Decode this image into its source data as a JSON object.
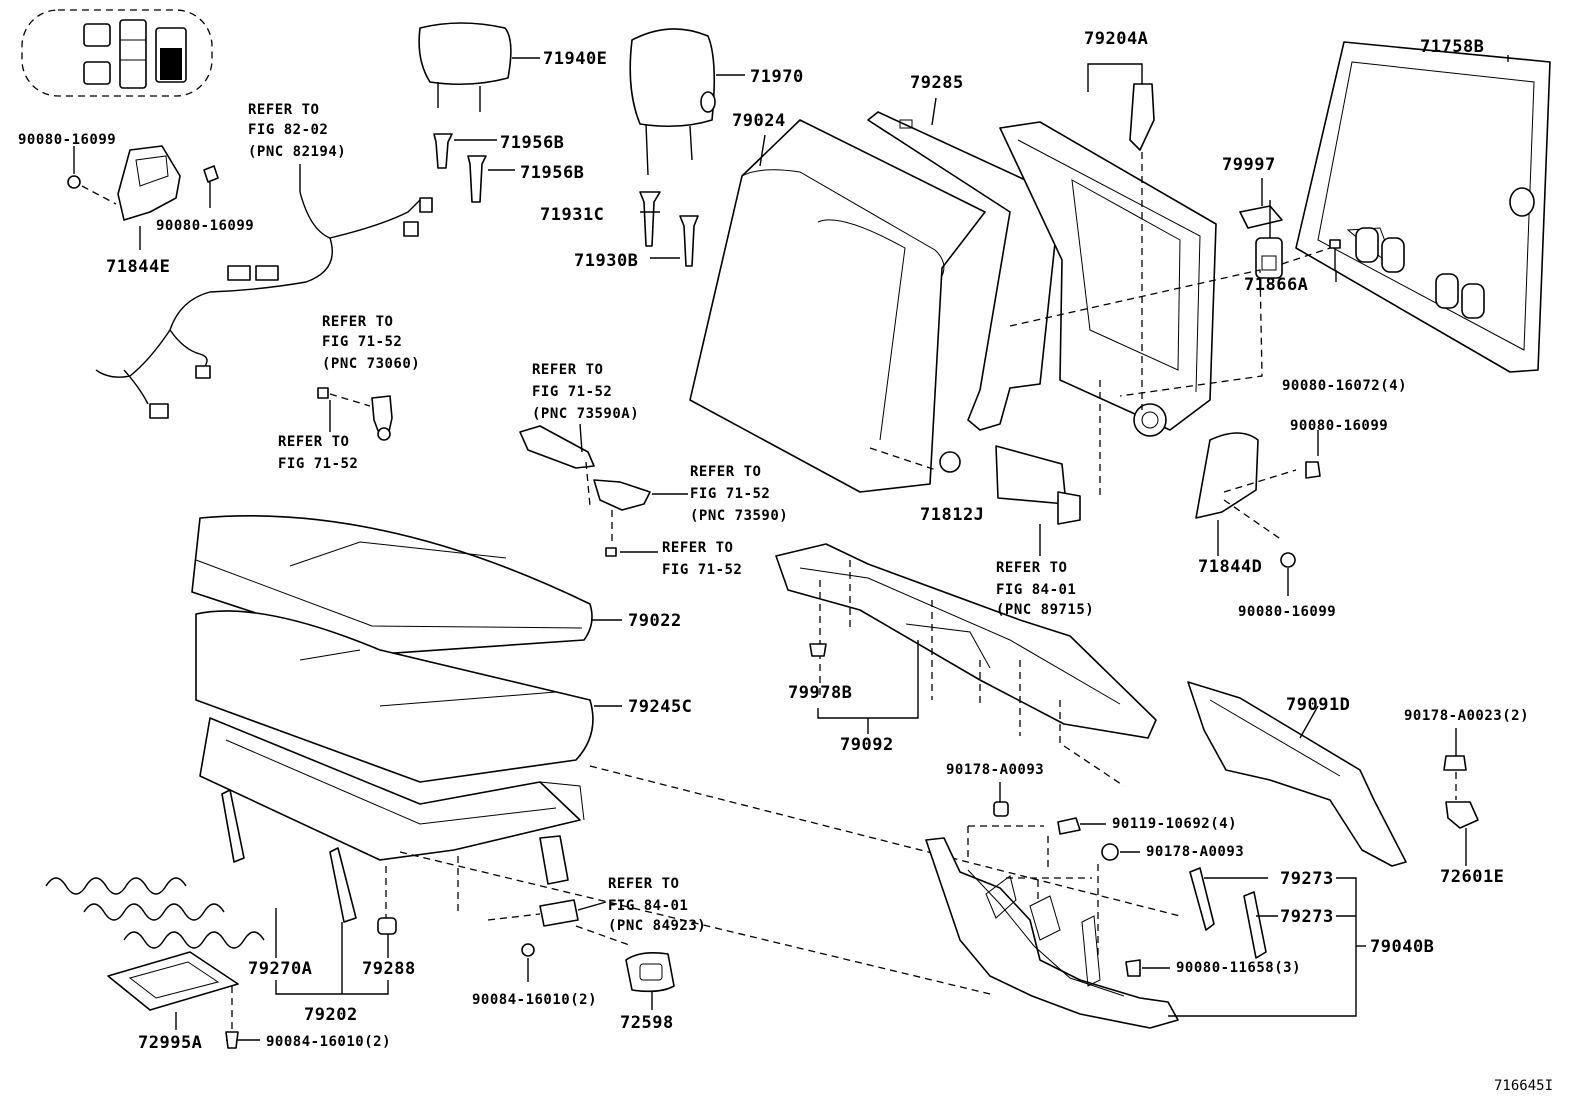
{
  "figure_id": "716645I",
  "labels": {
    "p71940E": "71940E",
    "p71970": "71970",
    "p79285": "79285",
    "p79204A": "79204A",
    "p71758B": "71758B",
    "p79024": "79024",
    "p71956B_1": "71956B",
    "p71956B_2": "71956B",
    "p71931C": "71931C",
    "p71930B": "71930B",
    "p79997": "79997",
    "p71866A": "71866A",
    "p90080_16072": "90080-16072(4)",
    "p90080_16099_a": "90080-16099",
    "p90080_16099_b": "90080-16099",
    "p90080_16099_c": "90080-16099",
    "p90080_16099_d": "90080-16099",
    "p71844E": "71844E",
    "p71844D": "71844D",
    "p71812J": "71812J",
    "p79022": "79022",
    "p79245C": "79245C",
    "p79978B": "79978B",
    "p79092": "79092",
    "p79091D": "79091D",
    "p90178_A0023": "90178-A0023(2)",
    "p72601E": "72601E",
    "p90178_A0093_a": "90178-A0093",
    "p90178_A0093_b": "90178-A0093",
    "p90119_10692": "90119-10692(4)",
    "p79273_a": "79273",
    "p79273_b": "79273",
    "p79040B": "79040B",
    "p90080_11658": "90080-11658(3)",
    "p79270A": "79270A",
    "p79288": "79288",
    "p79202": "79202",
    "p72995A": "72995A",
    "p90084_16010_a": "90084-16010(2)",
    "p90084_16010_b": "90084-16010(2)",
    "p72598": "72598"
  },
  "refer_notes": {
    "r1": [
      "REFER TO",
      "FIG 82-02",
      "(PNC 82194)"
    ],
    "r2": [
      "REFER TO",
      "FIG 71-52",
      "(PNC 73060)"
    ],
    "r3": [
      "REFER TO",
      "FIG 71-52"
    ],
    "r4": [
      "REFER TO",
      "FIG 71-52",
      "(PNC 73590A)"
    ],
    "r5": [
      "REFER TO",
      "FIG 71-52",
      "(PNC 73590)"
    ],
    "r6": [
      "REFER TO",
      "FIG 71-52"
    ],
    "r7": [
      "REFER TO",
      "FIG 84-01",
      "(PNC 89715)"
    ],
    "r8": [
      "REFER TO",
      "FIG 84-01",
      "(PNC 84923)"
    ]
  }
}
